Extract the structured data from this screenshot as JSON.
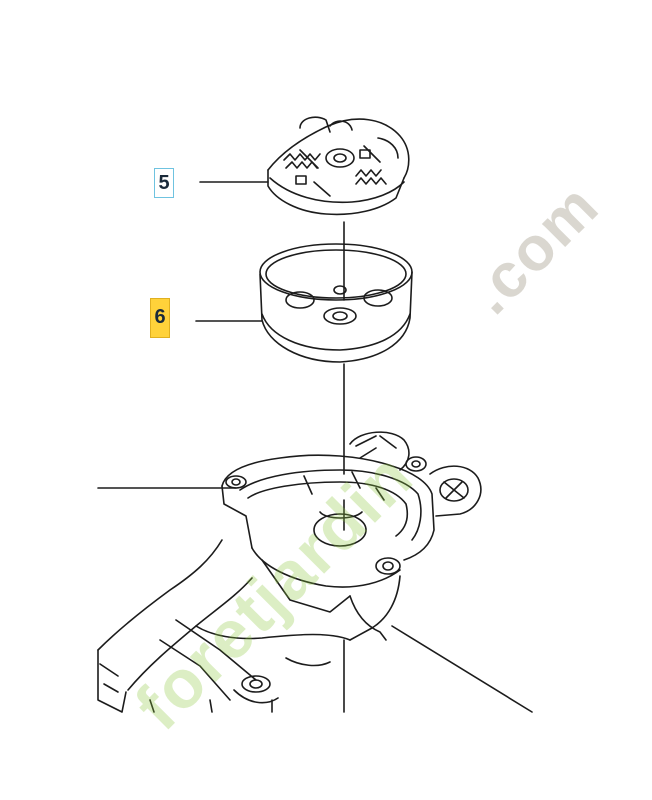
{
  "callouts": [
    {
      "label": "5",
      "highlight": "#6fc3e0",
      "style": "outline"
    },
    {
      "label": "6",
      "highlight": "#ffd23a",
      "style": "fill"
    }
  ],
  "watermark": {
    "main": "foretjardin",
    "tld": ".com",
    "main_color": "#8cc83c",
    "tld_color": "#968c78"
  },
  "parts": [
    "clutch-shoe-assembly",
    "clutch-drum",
    "clutch-housing"
  ]
}
